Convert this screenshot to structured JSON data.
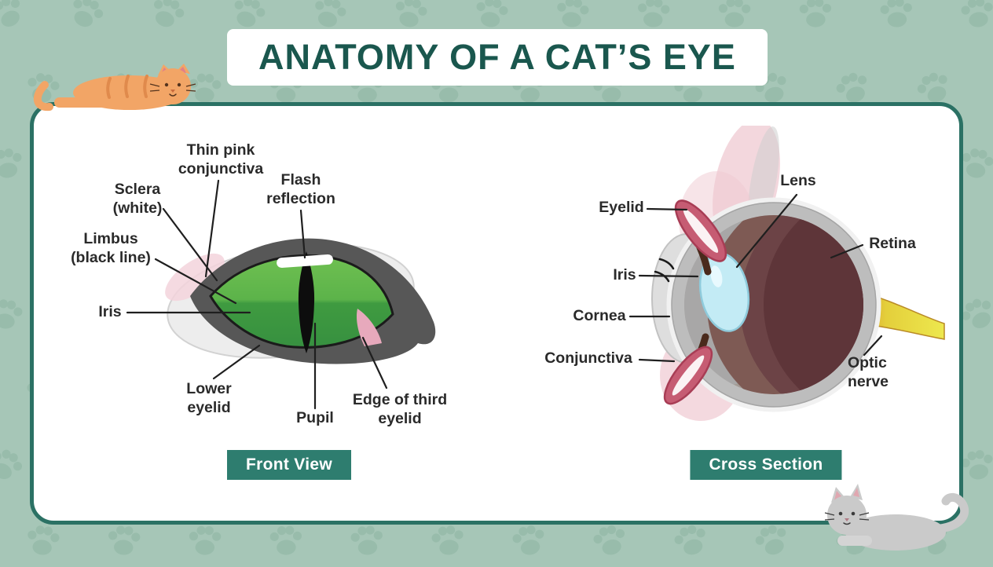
{
  "title": "ANATOMY OF A CAT’S EYE",
  "front_view": {
    "badge": "Front View",
    "labels": [
      {
        "id": "thin-pink-conjunctiva",
        "text": "Thin pink\nconjunctiva"
      },
      {
        "id": "flash-reflection",
        "text": "Flash\nreflection"
      },
      {
        "id": "sclera-white",
        "text": "Sclera\n(white)"
      },
      {
        "id": "limbus-black-line",
        "text": "Limbus\n(black line)"
      },
      {
        "id": "iris",
        "text": "Iris"
      },
      {
        "id": "lower-eyelid",
        "text": "Lower\neyelid"
      },
      {
        "id": "pupil",
        "text": "Pupil"
      },
      {
        "id": "edge-of-third-eyelid",
        "text": "Edge of third\neyelid"
      }
    ]
  },
  "cross_section": {
    "badge": "Cross Section",
    "labels": [
      {
        "id": "lens",
        "text": "Lens"
      },
      {
        "id": "eyelid",
        "text": "Eyelid"
      },
      {
        "id": "retina",
        "text": "Retina"
      },
      {
        "id": "iris",
        "text": "Iris"
      },
      {
        "id": "cornea",
        "text": "Cornea"
      },
      {
        "id": "conjunctiva",
        "text": "Conjunctiva"
      },
      {
        "id": "optic-nerve",
        "text": "Optic\nnerve"
      }
    ]
  },
  "icons": {
    "paw_print_pattern": "paw-print-icon",
    "orange_cat": "orange-cat-illustration",
    "gray_cat": "gray-cat-illustration"
  },
  "colors": {
    "background": "#A6C6B7",
    "accent_teal": "#2E7D6F",
    "card_border": "#2B7164",
    "title_text": "#1A574E",
    "eye_green": "#5CB34A",
    "eye_outline_gray": "#575757",
    "third_eyelid_pink": "#E7A9BC",
    "optic_nerve_yellow": "#E4CF3B",
    "label_text": "#2A2A2A"
  }
}
